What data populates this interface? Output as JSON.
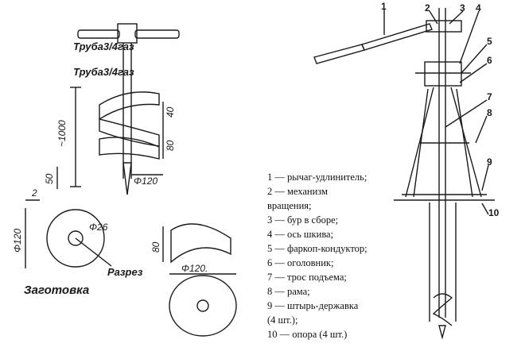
{
  "left_drawing": {
    "tube_top_label": "Труба3/4газ",
    "tube_mid_label": "Труба3/4газ",
    "dim_1000": "~1000",
    "dim_40": "40",
    "dim_80": "80",
    "dim_50": "50",
    "dim_phi120": "Φ120",
    "blank_dim_2": "2",
    "blank_dim_phi120": "Φ120",
    "blank_dim_phi26": "Φ26",
    "cut_label": "Разрез",
    "blank_label": "Заготовка",
    "section_dim_80": "80",
    "section_dim_phi120": "Φ120."
  },
  "right_drawing": {
    "callouts": [
      "1",
      "2",
      "3",
      "4",
      "5",
      "6",
      "7",
      "8",
      "9",
      "10"
    ]
  },
  "legend": {
    "items": [
      "1 — рычаг-удлинитель;",
      "2 — механизм",
      "вращения;",
      "3 — бур в сборе;",
      "4 — ось шкива;",
      "5 — фаркоп-кондуктор;",
      "6 — оголовник;",
      "7 — трос подъема;",
      "8 — рама;",
      "9 — штырь-державка",
      "(4 шт.);",
      "10 — опора (4 шт.)"
    ]
  }
}
